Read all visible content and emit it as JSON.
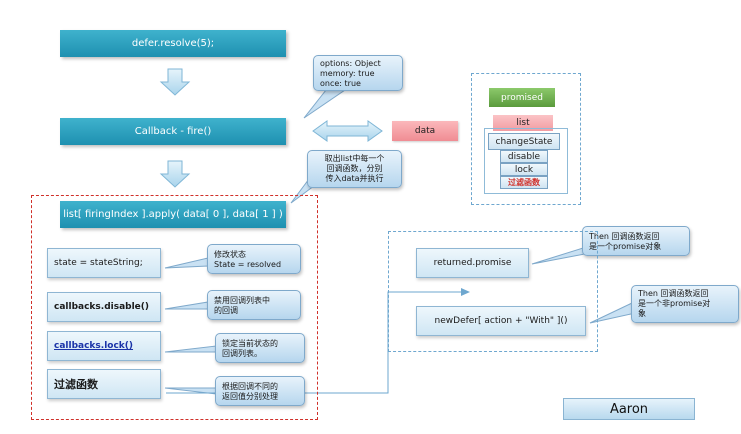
{
  "flow": {
    "defer_resolve": "defer.resolve(5);",
    "callback_fire": "Callback - fire()",
    "list_apply": "list[ firingIndex ].apply( data[ 0 ], data[ 1 ] )"
  },
  "callouts": {
    "options": "options: Object\nmemory: true\nonce: true",
    "take_list": "取出list中每一个\n回调函数，分别\n传入data并执行",
    "modify_state": "修改状态\nState = resolved",
    "disable_list": "禁用回调列表中\n的回调",
    "lock_list": "锁定当前状态的\n回调列表。",
    "filter_handle": "根据回调不同的\n返回值分别处理",
    "then_promise": "Then 回调函数返回\n是一个promise对象",
    "then_non_promise": "Then 回调函数返回\n是一个非promise对\n象"
  },
  "data_label": "data",
  "left_items": {
    "state": "state = stateString;",
    "disable": "callbacks.disable()",
    "lock": "callbacks.lock()",
    "filter": "过滤函数"
  },
  "right": {
    "returned": "returned.promise",
    "new_defer": "newDefer[ action + \"With\" ]()"
  },
  "stack": {
    "promised": "promised",
    "list": "list",
    "change_state": "changeState",
    "disable": "disable",
    "lock": "lock",
    "filter": "过滤函数"
  },
  "author": "Aaron",
  "colors": {
    "teal": "#1e90b0",
    "callout_fill": "#c8e0f2",
    "green": "#6aa94a",
    "pink": "#f39aa0",
    "red_dash": "#d0302a",
    "blue_dash": "#6ea7cf"
  }
}
